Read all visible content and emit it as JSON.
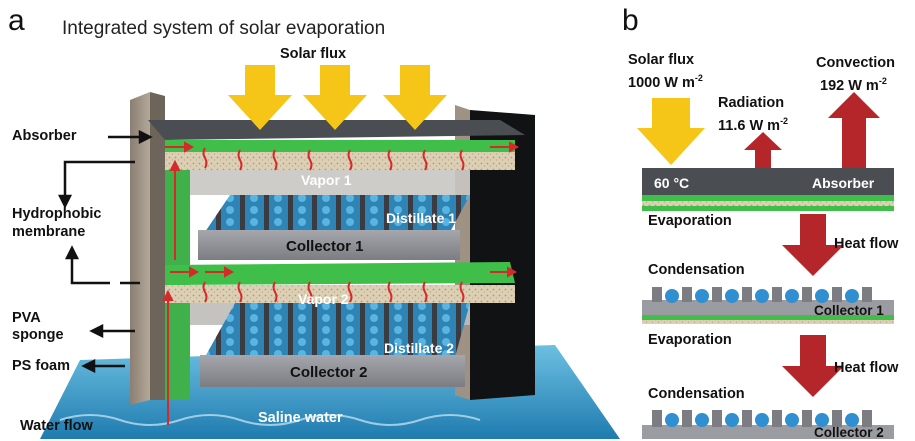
{
  "panel_a": {
    "letter": "a",
    "title": "Integrated system of solar evaporation",
    "solar_flux": "Solar flux",
    "labels": {
      "absorber": "Absorber",
      "hydrophobic_1": "Hydrophobic",
      "hydrophobic_2": "membrane",
      "pva_1": "PVA",
      "pva_2": "sponge",
      "ps_foam": "PS foam",
      "water_flow": "Water flow",
      "saline_water": "Saline water",
      "vapor_1": "Vapor 1",
      "vapor_2": "Vapor 2",
      "distillate_1": "Distillate 1",
      "distillate_2": "Distillate 2",
      "collector_1": "Collector 1",
      "collector_2": "Collector 2"
    }
  },
  "panel_b": {
    "letter": "b",
    "solar_flux": "Solar flux",
    "solar_flux_value": "1000 W m",
    "radiation": "Radiation",
    "radiation_value": "11.6 W m",
    "convection": "Convection",
    "convection_value": "192 W m",
    "exponent": "-2",
    "temperature": "60 °C",
    "absorber": "Absorber",
    "evaporation_1": "Evaporation",
    "heat_flow_1": "Heat flow",
    "condensation_1": "Condensation",
    "collector_1": "Collector 1",
    "evaporation_2": "Evaporation",
    "heat_flow_2": "Heat flow",
    "condensation_2": "Condensation",
    "collector_2": "Collector 2"
  },
  "colors": {
    "solar_arrow": "#f5c518",
    "heat_arrow": "#b5262a",
    "absorber": "#4a4d52",
    "membrane_green": "#3fbf4a",
    "sponge": "#d8ccb0",
    "water": "#3a98c4",
    "collector": "#8e9096"
  }
}
